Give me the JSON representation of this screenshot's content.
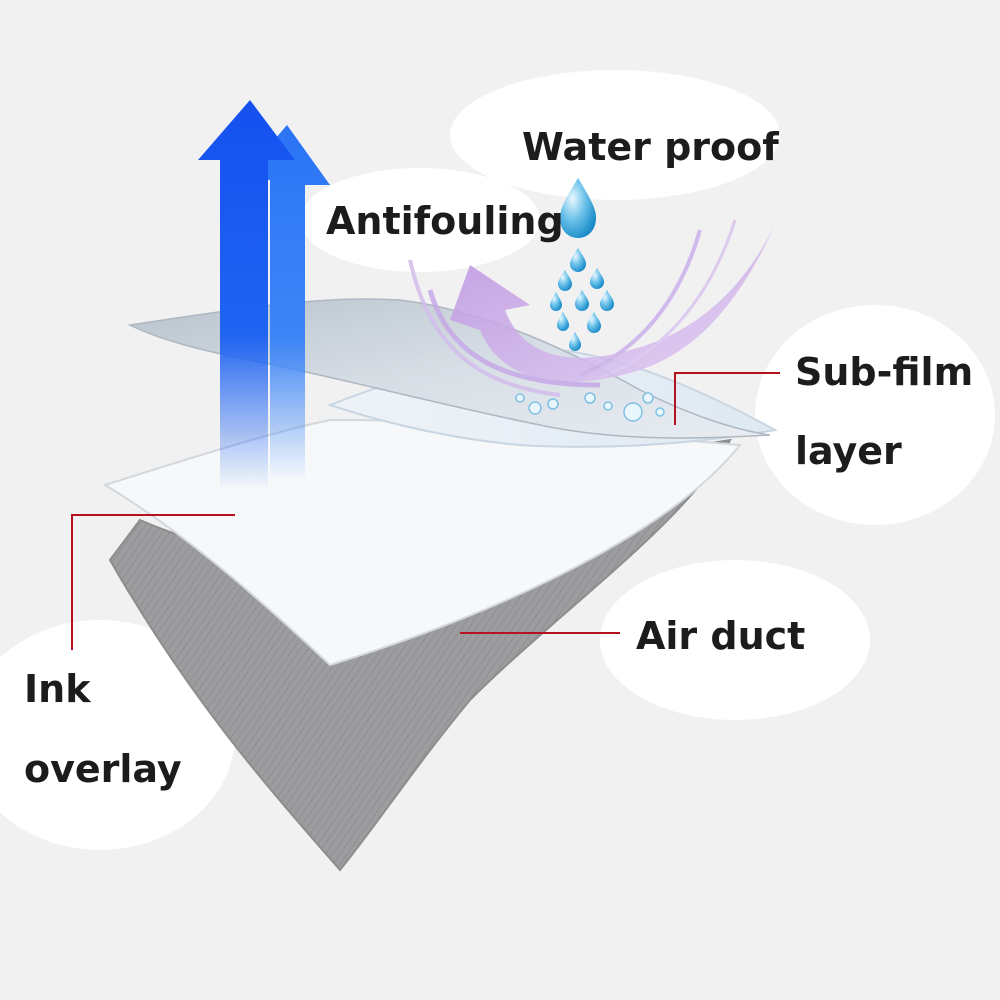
{
  "diagram": {
    "labels": {
      "water_proof": "Water proof",
      "antifouling": "Antifouling",
      "sub_film_line1": "Sub-film",
      "sub_film_line2": "layer",
      "air_duct": "Air duct",
      "ink_line1": "Ink",
      "ink_line2": "overlay"
    },
    "colors": {
      "background": "#f1f1f2",
      "arrow_blue": "#1a55ee",
      "arrow_purple": "#c9a6e6",
      "water_drop": "#3fa8d8",
      "leader_line": "#b3121e",
      "top_layer": "#c9d4dd",
      "middle_layer": "#f4f6f8",
      "bottom_layer": "#9a9a9c"
    },
    "icons": [
      "up-arrow-icon",
      "water-drop-icon",
      "curved-arrow-icon"
    ]
  }
}
